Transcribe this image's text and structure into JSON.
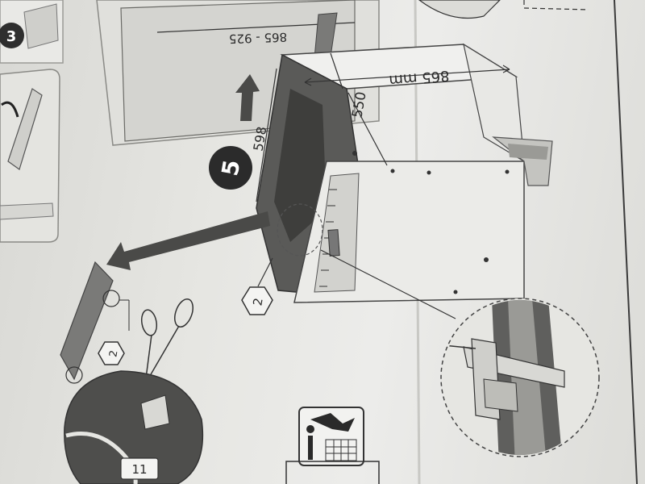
{
  "dimensions": {
    "top_range": "865 - 925",
    "width_mm": "865 mm",
    "depth": "550",
    "height": "598"
  },
  "steps": {
    "step_3": "3",
    "step_5": "5",
    "callout_2_main": "2",
    "callout_2_small": "2",
    "callout_11": "11"
  },
  "colors": {
    "ink": "#2a2a2a",
    "paper": "#e6e6e2",
    "panel": "#bdbdb8",
    "dark_fill": "#5a5a58"
  },
  "icons": [
    "scissors-icon",
    "arrow-icon",
    "magnifier-circle-icon",
    "appliance-icon"
  ]
}
